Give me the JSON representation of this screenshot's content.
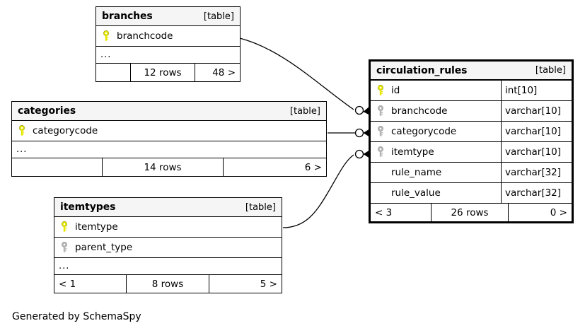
{
  "diagram": {
    "generator_caption": "Generated by SchemaSpy",
    "table_tag": "[table]",
    "ellipsis": "...",
    "colors": {
      "primary_key": "#e8e800",
      "foreign_key": "#b4b4b4",
      "header_background": "#f5f5f5",
      "border": "#000000",
      "background": "#ffffff"
    }
  },
  "tables": {
    "branches": {
      "name": "branches",
      "tag": "[table]",
      "columns": [
        {
          "name": "branchcode",
          "key": "primary",
          "type": ""
        }
      ],
      "has_ellipsis": true,
      "footer": {
        "left": "",
        "middle": "12 rows",
        "right": "48 >"
      }
    },
    "categories": {
      "name": "categories",
      "tag": "[table]",
      "columns": [
        {
          "name": "categorycode",
          "key": "primary",
          "type": ""
        }
      ],
      "has_ellipsis": true,
      "footer": {
        "left": "",
        "middle": "14 rows",
        "right": "6 >"
      }
    },
    "itemtypes": {
      "name": "itemtypes",
      "tag": "[table]",
      "columns": [
        {
          "name": "itemtype",
          "key": "primary",
          "type": ""
        },
        {
          "name": "parent_type",
          "key": "foreign",
          "type": ""
        }
      ],
      "has_ellipsis": true,
      "footer": {
        "left": "< 1",
        "middle": "8 rows",
        "right": "5 >"
      }
    },
    "circulation_rules": {
      "name": "circulation_rules",
      "tag": "[table]",
      "focus": true,
      "columns": [
        {
          "name": "id",
          "key": "primary",
          "type": "int[10]"
        },
        {
          "name": "branchcode",
          "key": "foreign",
          "type": "varchar[10]"
        },
        {
          "name": "categorycode",
          "key": "foreign",
          "type": "varchar[10]"
        },
        {
          "name": "itemtype",
          "key": "foreign",
          "type": "varchar[10]"
        },
        {
          "name": "rule_name",
          "key": "none",
          "type": "varchar[32]"
        },
        {
          "name": "rule_value",
          "key": "none",
          "type": "varchar[32]"
        }
      ],
      "has_ellipsis": false,
      "footer": {
        "left": "< 3",
        "middle": "26 rows",
        "right": "0 >"
      }
    }
  },
  "relationships": [
    {
      "from": "branches.branchcode",
      "to": "circulation_rules.branchcode",
      "cardinality": "zero-or-many"
    },
    {
      "from": "categories.categorycode",
      "to": "circulation_rules.categorycode",
      "cardinality": "zero-or-many"
    },
    {
      "from": "itemtypes.itemtype",
      "to": "circulation_rules.itemtype",
      "cardinality": "zero-or-many"
    }
  ]
}
